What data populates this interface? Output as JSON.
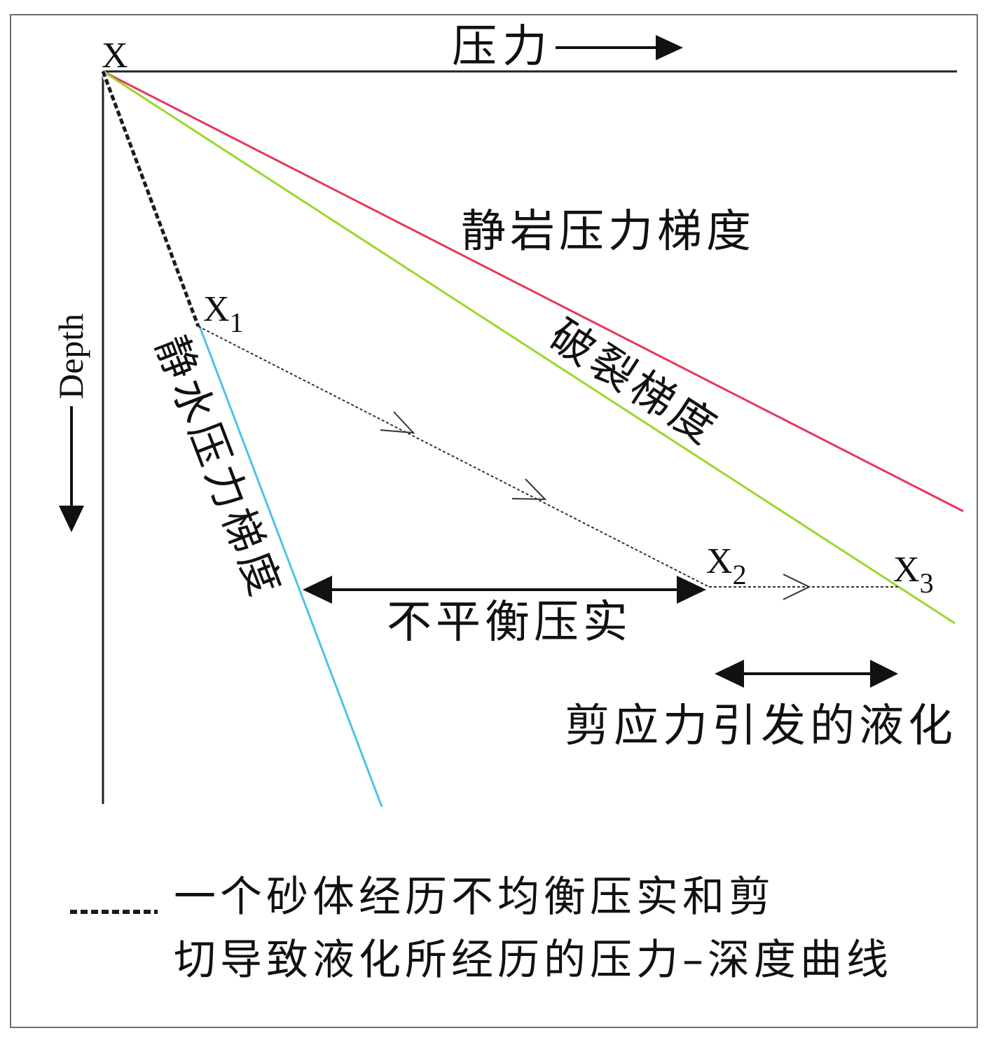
{
  "axes": {
    "x_label": "压力",
    "y_label": "Depth",
    "origin_label": "X"
  },
  "lines": {
    "lithostatic": {
      "label": "静岩压力梯度",
      "color": "#e8375a"
    },
    "fracture": {
      "label": "破裂梯度",
      "color": "#9bd62b"
    },
    "hydrostatic": {
      "label": "静水压力梯度",
      "color": "#4ec3e6"
    },
    "path": {
      "color": "#222222"
    }
  },
  "points": {
    "x1": {
      "base": "X",
      "sub": "1"
    },
    "x2": {
      "base": "X",
      "sub": "2"
    },
    "x3": {
      "base": "X",
      "sub": "3"
    }
  },
  "ranges": {
    "disequilibrium": "不平衡压实",
    "shear": "剪应力引发的液化"
  },
  "legend": {
    "line1": "一个砂体经历不均衡压实和剪",
    "line2": "切导致液化所经历的压力–深度曲线"
  }
}
